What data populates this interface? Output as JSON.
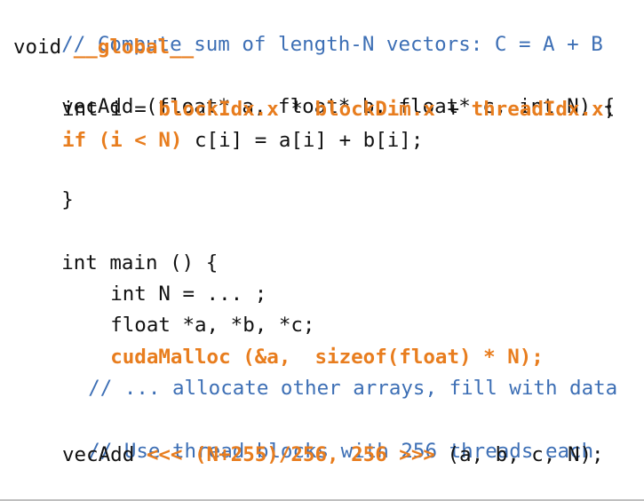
{
  "code": {
    "l1": {
      "comment": "// Compute sum of length-N vectors: C = A + B"
    },
    "l2": {
      "plain": "void ",
      "kw": "__global__"
    },
    "l3": {
      "plain": "vecAdd (float* a, float* b, float* c, int N) {"
    },
    "l4": {
      "p1": "int i = ",
      "k1": "blockIdx.x",
      "p2": " * ",
      "k2": "blockDim.x",
      "p3": " + ",
      "k3": "threadIdx.x",
      "p4": ";"
    },
    "l5": {
      "k1": "if (i < N)",
      "p1": " c[i] = a[i] + b[i];"
    },
    "l6": {
      "plain": "}"
    },
    "l7": {
      "plain": "int main () {"
    },
    "l8": {
      "plain": "int N = ... ;"
    },
    "l9": {
      "plain": "float *a, *b, *c;"
    },
    "l10": {
      "k1": "cudaMalloc (&a,  sizeof(float) * N);"
    },
    "l11": {
      "comment": "// ... allocate other arrays, fill with data"
    },
    "l12": {
      "comment": "// Use thread blocks with 256 threads each"
    },
    "l13": {
      "p1": "vecAdd ",
      "k1": "<<< (N+255)/256, 256 >>>",
      "p2": " (a, b, c, N);"
    },
    "l14": {
      "plain": "}"
    }
  },
  "colors": {
    "comment": "#3d6fb5",
    "highlight": "#e87d1e",
    "text": "#000000",
    "background": "#ffffff"
  }
}
